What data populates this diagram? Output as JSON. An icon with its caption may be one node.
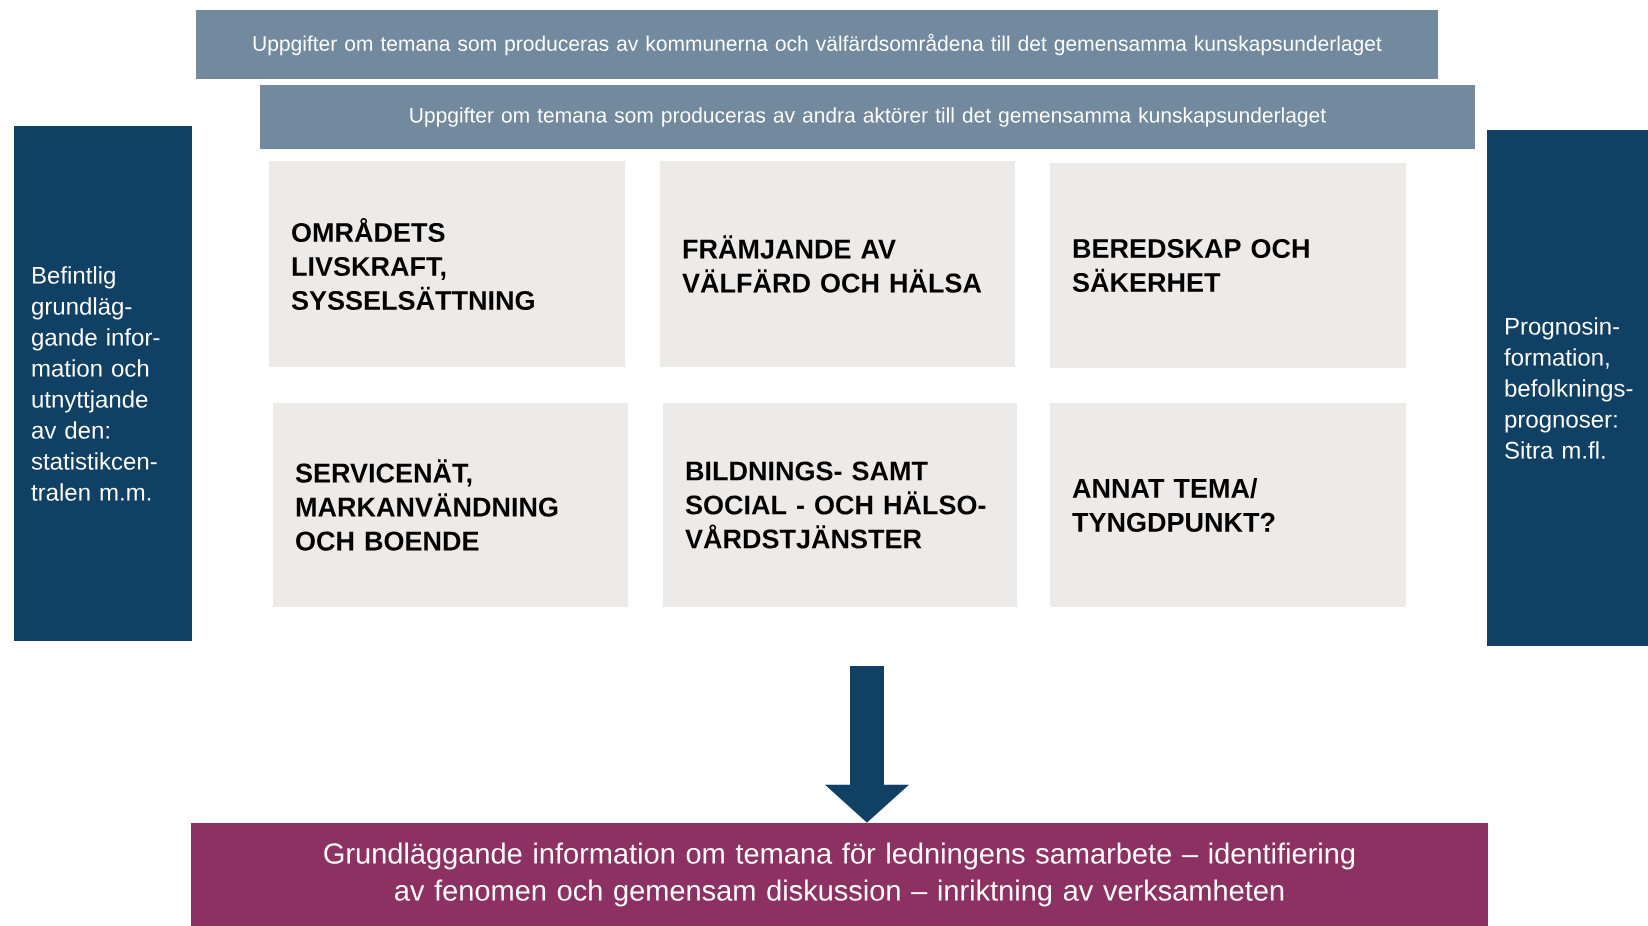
{
  "diagram": {
    "nodes": [
      {
        "text": [
          "Uppgifter om temana som produceras av kommunerna och välfärdsområdena till det gemensamma kunskapsunderlaget"
        ]
      },
      {
        "text": [
          "Uppgifter om temana som produceras av andra aktörer till det gemensamma kunskapsunderlaget"
        ]
      },
      {
        "text": [
          "Befintlig grundläg- gande infor- mation och utnyttjande av den: statistikcen- tralen m.m."
        ]
      },
      {
        "text": [
          "OMRÅDETS LIVSKRAFT, SYSSELSÄTTNING"
        ]
      },
      {
        "text": [
          "FRÄMJANDE AV VÄLFÄRD OCH HÄLSA"
        ]
      },
      {
        "text": [
          "BEREDSKAP OCH SÄKERHET"
        ]
      },
      {
        "text": [
          "SERVICENÄT, MARKANVÄNDNING OCH BOENDE"
        ]
      },
      {
        "text": [
          "BILDNINGS- SAMT SOCIAL - OCH HÄLSO- VÅRDSTJÄNSTER"
        ]
      },
      {
        "text": [
          "ANNAT TEMA/ TYNGDPUNKT?"
        ]
      },
      {
        "text": [
          "Prognosin- formation, befolknings- prognoser: Sitra m.fl."
        ]
      },
      {
        "text": [
          "Grundläggande information om temana för ledningens samarbete – identifiering av fenomen och gemensam diskussion – inriktning av verksamheten"
        ]
      }
    ],
    "edges": [
      {
        "from": null,
        "to": 10,
        "arrow": "to"
      }
    ]
  }
}
